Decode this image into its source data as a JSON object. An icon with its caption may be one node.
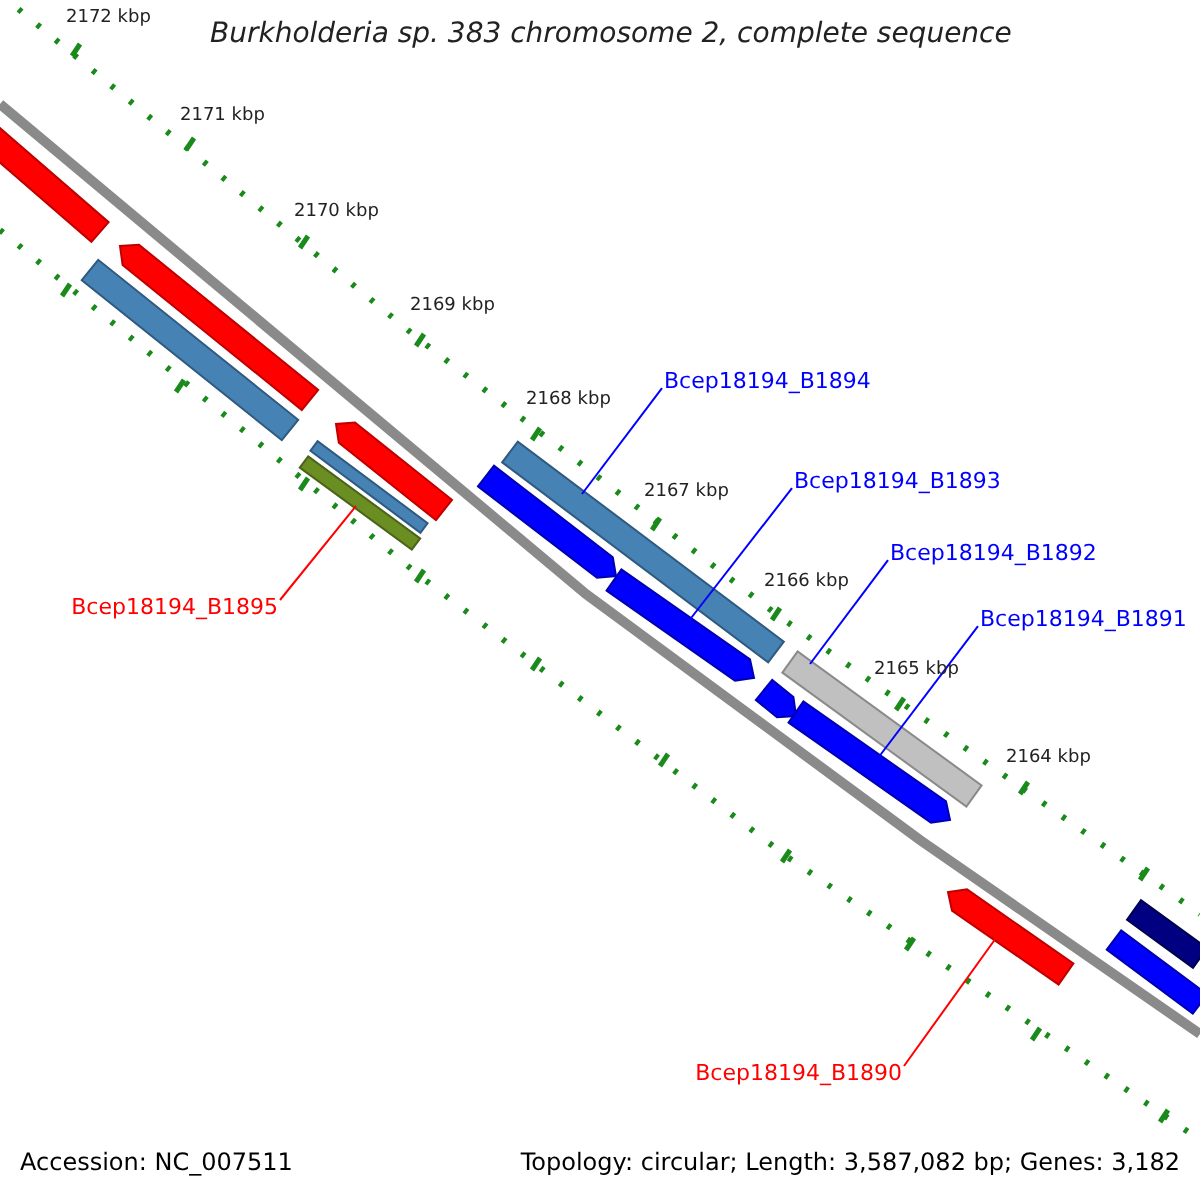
{
  "diagram": {
    "title": "Burkholderia sp. 383 chromosome 2, complete sequence",
    "nodes": [
      {
        "text": [
          "Bcep18194_B1894"
        ]
      },
      {
        "text": [
          "Bcep18194_B1893"
        ]
      },
      {
        "text": [
          "Bcep18194_B1892"
        ]
      },
      {
        "text": [
          "Bcep18194_B1891"
        ]
      },
      {
        "text": [
          "Bcep18194_B1895"
        ]
      },
      {
        "text": [
          "Bcep18194_B1890"
        ]
      },
      {
        "text": [],
        "shape": "bar"
      },
      {
        "text": [],
        "shape": "bar"
      },
      {
        "text": [],
        "shape": "bar"
      },
      {
        "text": [],
        "shape": "bar"
      },
      {
        "text": [],
        "shape": "bar"
      },
      {
        "text": [],
        "shape": "bar"
      },
      {
        "text": [],
        "shape": "bar"
      },
      {
        "text": [],
        "shape": "bar"
      },
      {
        "text": [],
        "shape": "bar"
      },
      {
        "text": [],
        "shape": "bar"
      },
      {
        "text": [],
        "shape": "bar"
      },
      {
        "text": [],
        "shape": "bar"
      },
      {
        "text": [],
        "shape": "bar"
      },
      {
        "text": [],
        "shape": "bar"
      },
      {
        "text": [],
        "shape": "bar"
      }
    ],
    "edges": [
      {
        "from": 0,
        "to": 12,
        "arrow": "none"
      },
      {
        "from": 1,
        "to": 14,
        "arrow": "none"
      },
      {
        "from": 2,
        "to": 15,
        "arrow": "none"
      },
      {
        "from": 3,
        "to": 17,
        "arrow": "none"
      },
      {
        "from": 4,
        "to": 11,
        "arrow": "none",
        "color": "#ff0000"
      },
      {
        "from": 5,
        "to": 18,
        "arrow": "none",
        "color": "#ff0000"
      }
    ],
    "labels": [
      "2172 kbp",
      "2171 kbp",
      "2170 kbp",
      "2169 kbp",
      "2168 kbp",
      "2167 kbp",
      "2166 kbp",
      "2165 kbp",
      "2164 kbp",
      "Accession: NC_007511",
      "Topology: circular; Length: 3,587,082 bp; Genes: 3,182"
    ]
  }
}
